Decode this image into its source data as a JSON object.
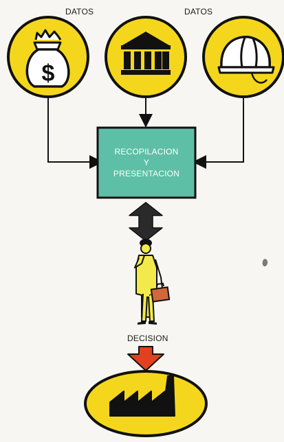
{
  "labels": {
    "datos_left": "DATOS",
    "datos_right": "DATOS",
    "box_line1": "RECOPILACION",
    "box_line2": "Y",
    "box_line3": "PRESENTACION",
    "decision": "DECISION"
  },
  "nodes": [
    {
      "id": "money-bag",
      "icon": "money-bag-icon",
      "symbol": "$"
    },
    {
      "id": "bank",
      "icon": "bank-building-icon"
    },
    {
      "id": "hard-hat",
      "icon": "hard-hat-icon"
    },
    {
      "id": "factory",
      "icon": "factory-icon"
    }
  ],
  "colors": {
    "circle_fill": "#f4d71c",
    "outline": "#111111",
    "box_fill": "#5dbfa6",
    "double_arrow": "#2a2a2a",
    "decision_arrow": "#e2401f",
    "person_suit": "#f2ea4a",
    "briefcase": "#d2683a",
    "background": "#f7f6f2"
  }
}
